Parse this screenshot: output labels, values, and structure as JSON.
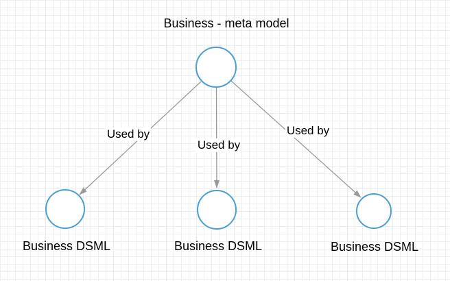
{
  "diagram": {
    "title": "Business - meta model",
    "nodes": {
      "meta_model": {
        "label": "Business - meta model"
      },
      "dsml_left": {
        "label": "Business DSML"
      },
      "dsml_middle": {
        "label": "Business DSML"
      },
      "dsml_right": {
        "label": "Business DSML"
      }
    },
    "edges": [
      {
        "label": "Used by"
      },
      {
        "label": "Used by"
      },
      {
        "label": "Used by"
      }
    ],
    "colors": {
      "node_stroke": "#4a9ed2",
      "node_fill": "#ffffff",
      "arrow": "#999999",
      "grid_line": "#eceff2",
      "text": "#000000"
    }
  }
}
